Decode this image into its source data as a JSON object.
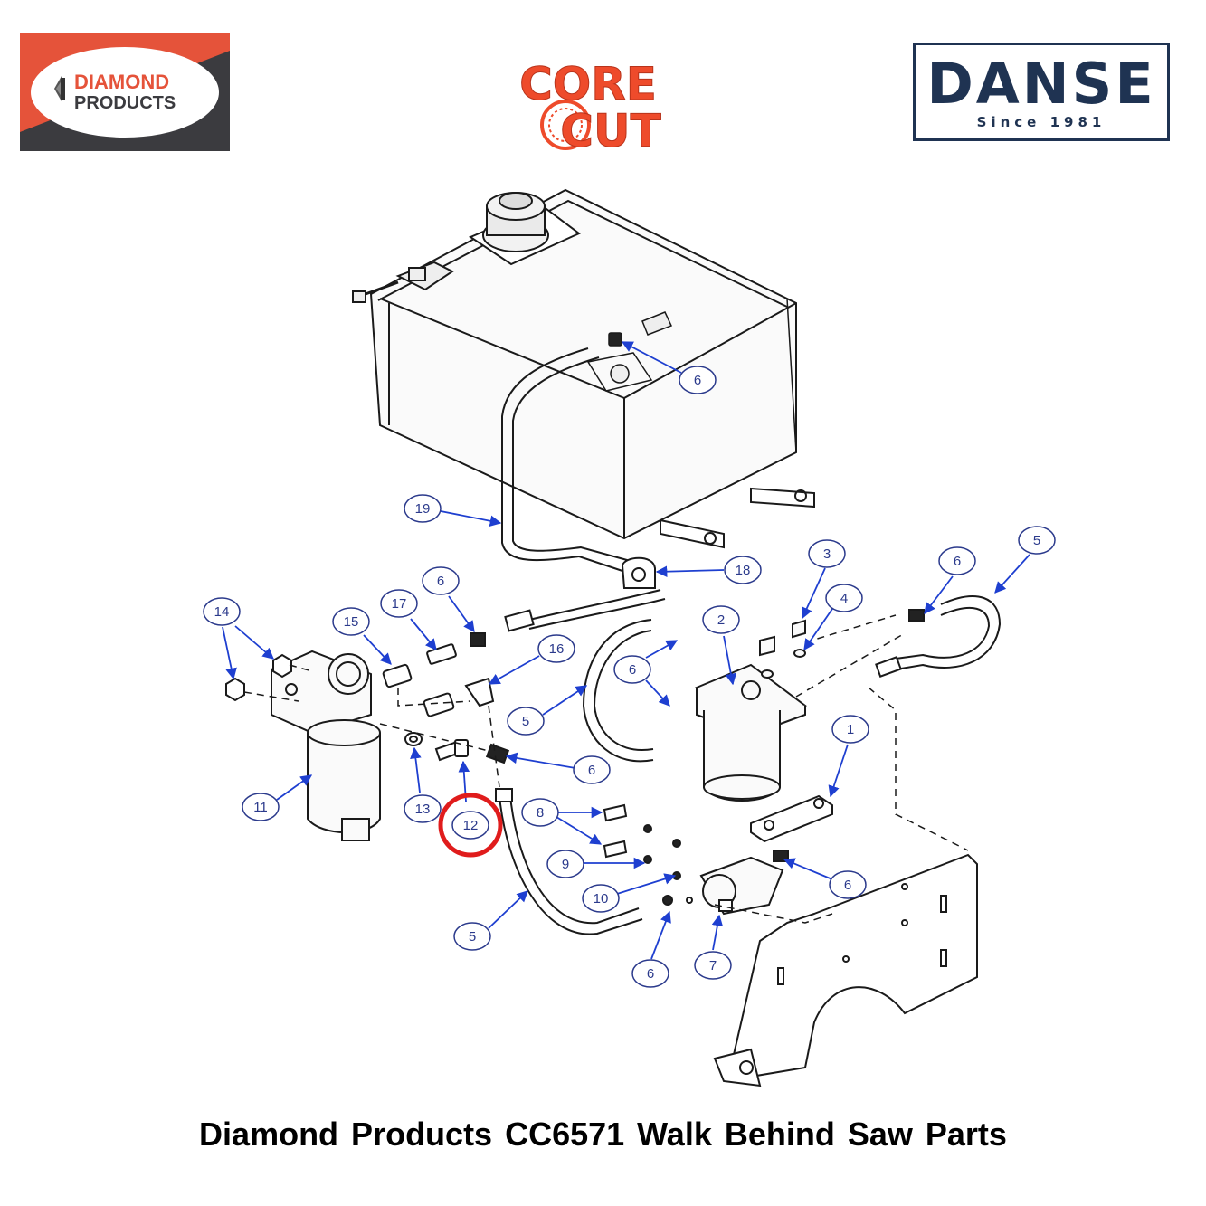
{
  "logos": {
    "diamond_line1": "DIAMOND",
    "diamond_line2": "PRODUCTS",
    "corecut_line1": "CORE",
    "corecut_line2": "CUT",
    "danse_name": "DANSE",
    "danse_since": "Since 1981"
  },
  "caption": "Diamond Products CC6571 Walk Behind Saw Parts",
  "callouts": [
    {
      "id": "c6a",
      "label": "6"
    },
    {
      "id": "c19",
      "label": "19"
    },
    {
      "id": "c18",
      "label": "18"
    },
    {
      "id": "c3",
      "label": "3"
    },
    {
      "id": "c4",
      "label": "4"
    },
    {
      "id": "c6b",
      "label": "6"
    },
    {
      "id": "c5a",
      "label": "5"
    },
    {
      "id": "c14",
      "label": "14"
    },
    {
      "id": "c15",
      "label": "15"
    },
    {
      "id": "c17",
      "label": "17"
    },
    {
      "id": "c6c",
      "label": "6"
    },
    {
      "id": "c16",
      "label": "16"
    },
    {
      "id": "c2",
      "label": "2"
    },
    {
      "id": "c6d",
      "label": "6"
    },
    {
      "id": "c5b",
      "label": "5"
    },
    {
      "id": "c6e",
      "label": "6"
    },
    {
      "id": "c1",
      "label": "1"
    },
    {
      "id": "c11",
      "label": "11"
    },
    {
      "id": "c13",
      "label": "13"
    },
    {
      "id": "c12",
      "label": "12"
    },
    {
      "id": "c8",
      "label": "8"
    },
    {
      "id": "c9",
      "label": "9"
    },
    {
      "id": "c10",
      "label": "10"
    },
    {
      "id": "c6f",
      "label": "6"
    },
    {
      "id": "c5c",
      "label": "5"
    },
    {
      "id": "c6g",
      "label": "6"
    },
    {
      "id": "c7",
      "label": "7"
    }
  ],
  "highlighted_callout": "12",
  "colors": {
    "callout": "#2b3a8c",
    "arrow": "#1e3fd0",
    "highlight": "#e01c1c",
    "drawing": "#1a1a1a",
    "diamond_orange": "#e5533a",
    "diamond_dark": "#3b3b3f",
    "corecut_orange": "#ee4b2b",
    "danse_navy": "#1f3352"
  }
}
